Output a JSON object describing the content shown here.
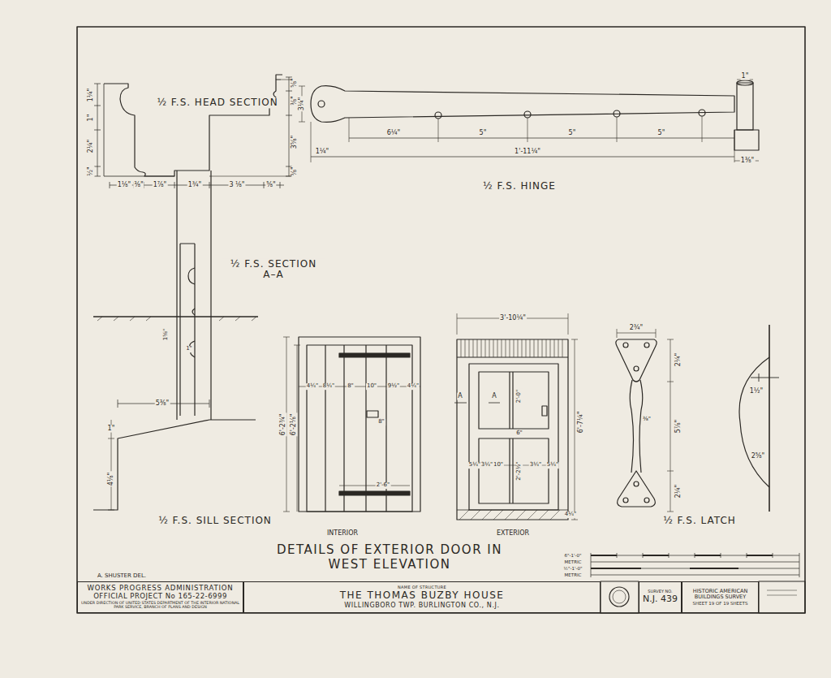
{
  "diagram": {
    "title": "DETAILS OF EXTERIOR DOOR IN WEST ELEVATION",
    "nodes": [
      {
        "text": [
          "WORKS PROGRESS ADMINISTRATION",
          "OFFICIAL PROJECT No 165-22-6999",
          "UNDER DIRECTION OF UNITED STATES DEPARTMENT OF THE INTERIOR NATIONAL PARK SERVICE, BRANCH OF PLANS AND DESIGN"
        ]
      },
      {
        "text": [
          "NAME OF STRUCTURE",
          "THE THOMAS BUZBY HOUSE",
          "WILLINGBORO TWP. BURLINGTON CO., N.J."
        ]
      },
      {
        "text": [
          "SURVEY NO.",
          "N.J. 439"
        ]
      },
      {
        "text": [
          "HISTORIC AMERICAN BUILDINGS SURVEY",
          "SHEET 19 OF 19 SHEETS"
        ]
      }
    ],
    "labels": [
      "½ F.S. HEAD SECTION",
      "1¼\"",
      "1\"",
      "2¼\"",
      "½\"",
      "1⅛\"",
      "⅜\"",
      "1⅞\"",
      "1¾\"",
      "3 ⅛\"",
      "⅝\"",
      "⅝\"",
      "⅜\"",
      "3⅝\"",
      "⅝\"",
      "3¼\"",
      "6¼\"",
      "5\"",
      "5\"",
      "5\"",
      "1¼\"",
      "1'-11¼\"",
      "1\"",
      "1⅜\"",
      "½ F.S. HINGE",
      "½ F.S. SECTION A–A",
      "1⅝\"",
      "1\"",
      "5⅜\"",
      "1\"",
      "4⅛\"",
      "½ F.S. SILL SECTION",
      "6'-2¾\"",
      "6'-2⅛\"",
      "4¼\"",
      "8¼\"",
      "8\"",
      "10\"",
      "9½\"",
      "4¼\"",
      "8\"",
      "2'-6\"",
      "INTERIOR",
      "3'-10¼\"",
      "6'-7¼\"",
      "A",
      "A",
      "2'-0\"",
      "6\"",
      "2'-2½\"",
      "5¼\"",
      "3¼\"",
      "10\"",
      "3¼\"",
      "5¼\"",
      "4¼\"",
      "EXTERIOR",
      "2¾\"",
      "2¼\"",
      "5⅞\"",
      "2¼\"",
      "⅜\"",
      "1½\"",
      "2⅝\"",
      "½ F.S. LATCH",
      "6\"-1'-0\"",
      "METRIC",
      "½\"-1'-0\"",
      "METRIC",
      "A. SHUSTER DEL."
    ]
  }
}
